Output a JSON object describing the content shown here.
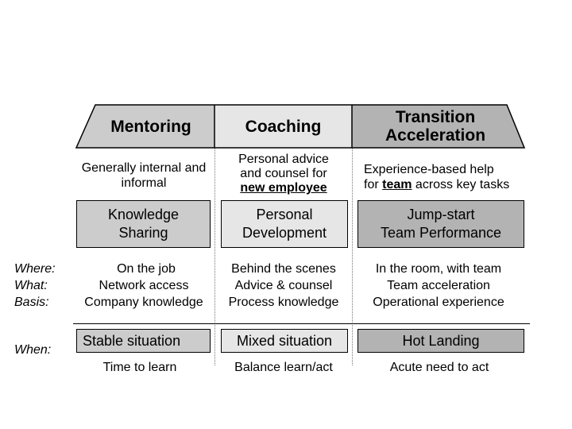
{
  "colors": {
    "mentoring": "#cccccc",
    "coaching": "#e6e6e6",
    "transition": "#b3b3b3"
  },
  "columns": [
    {
      "title": "Mentoring",
      "description": {
        "before": "Generally internal and informal",
        "emphasis": "",
        "after": ""
      },
      "focus": [
        "Knowledge",
        "Sharing"
      ],
      "where": "On the job",
      "what": "Network access",
      "basis": "Company knowledge",
      "situation": "Stable situation",
      "need": "Time to learn"
    },
    {
      "title": "Coaching",
      "description": {
        "line1": "Personal advice",
        "line2": "and counsel for",
        "emphasis": "new employee"
      },
      "focus": [
        "Personal",
        "Development"
      ],
      "where": "Behind the scenes",
      "what": "Advice & counsel",
      "basis": "Process knowledge",
      "situation": "Mixed situation",
      "need": "Balance learn/act"
    },
    {
      "title": [
        "Transition",
        "Acceleration"
      ],
      "description": {
        "line1": "Experience-based help",
        "before": "for ",
        "emphasis": "team",
        "after": " across key tasks"
      },
      "focus": [
        "Jump-start",
        "Team Performance"
      ],
      "where": "In the room, with team",
      "what": "Team acceleration",
      "basis": "Operational experience",
      "situation": "Hot Landing",
      "need": "Acute need to act"
    }
  ],
  "row_labels": {
    "where": "Where:",
    "what": "What:",
    "basis": "Basis:",
    "when": "When:"
  }
}
